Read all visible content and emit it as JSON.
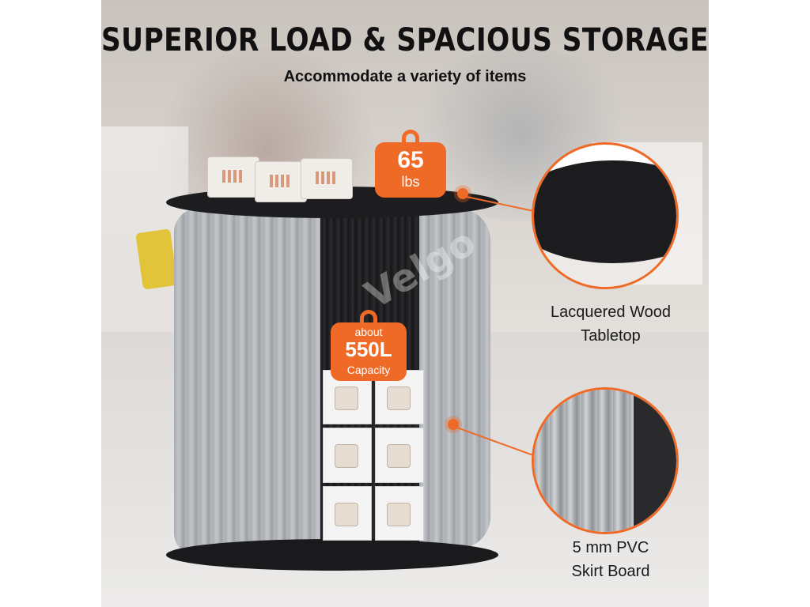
{
  "header": {
    "title": "SUPERIOR LOAD & SPACIOUS STORAGE",
    "subtitle": "Accommodate a variety of items"
  },
  "badges": {
    "top_load": {
      "value": "65",
      "unit": "lbs"
    },
    "capacity": {
      "prefix": "about",
      "value": "550L",
      "label": "Capacity"
    }
  },
  "callouts": [
    {
      "label_line1": "Lacquered Wood",
      "label_line2": "Tabletop"
    },
    {
      "label_line1": "5 mm PVC",
      "label_line2": "Skirt Board"
    }
  ],
  "watermark": "Velgo",
  "colors": {
    "accent": "#f06a27",
    "text": "#111111"
  }
}
